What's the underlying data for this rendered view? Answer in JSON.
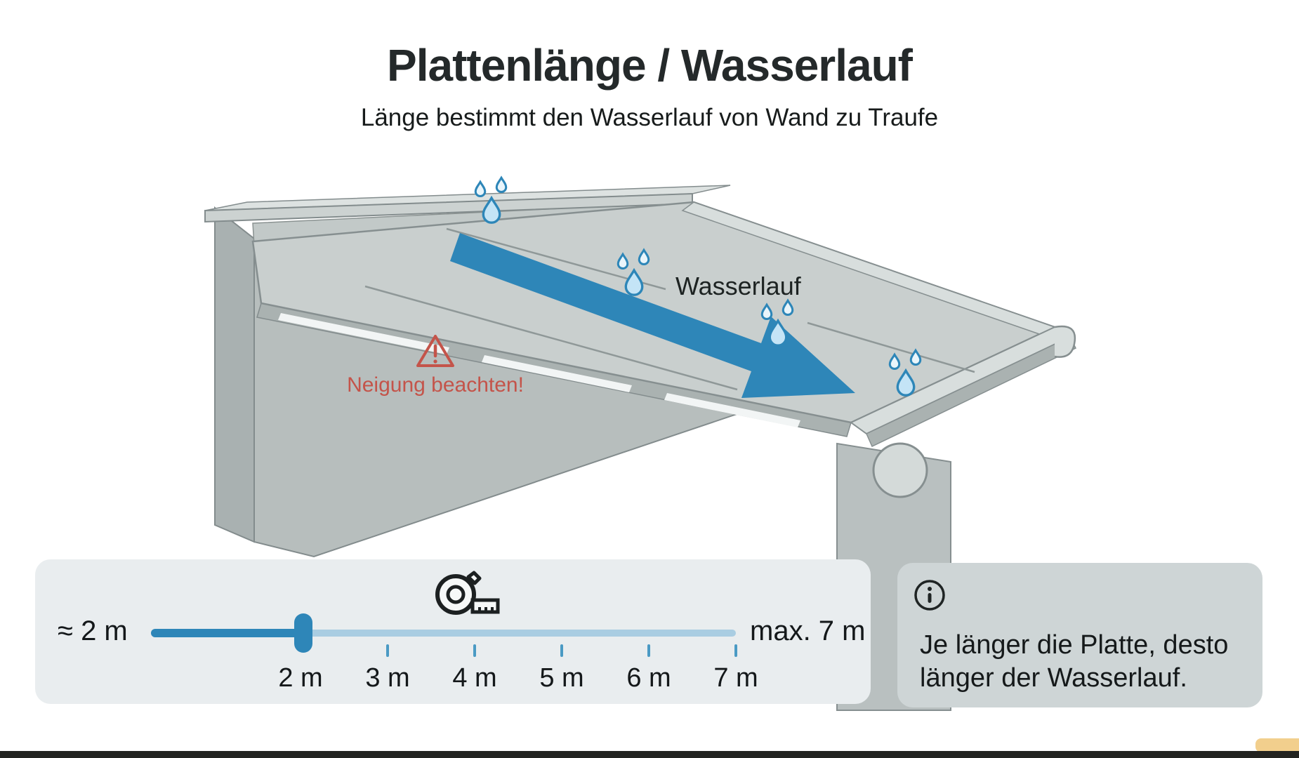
{
  "title": "Plattenlänge / Wasserlauf",
  "subtitle": "Länge bestimmt den Wasserlauf von Wand zu Traufe",
  "diagram": {
    "flow_label": "Wasserlauf",
    "warning_label": "Neigung beachten!",
    "icons": [
      "water-drop-icon",
      "warning-triangle-icon",
      "flow-arrow-icon"
    ]
  },
  "slider": {
    "approx_label": "≈ 2 m",
    "max_label": "max. 7 m",
    "current_value": "2 m",
    "tick_labels": [
      "2 m",
      "3 m",
      "4 m",
      "5 m",
      "6 m",
      "7 m"
    ],
    "icon": "tape-measure-icon"
  },
  "info_box": {
    "icon": "info-icon",
    "text": "Je länger die Platte, desto länger der Wasserlauf."
  },
  "colors": {
    "accent_blue": "#2e86b8",
    "track_light_blue": "#a9cde2",
    "tick_blue": "#4a9ac4",
    "warning_red": "#c4544a",
    "panel_gray": "#c9cfce",
    "wall_gray": "#b7bebd",
    "slider_panel_bg": "#e9edef",
    "info_box_bg": "#ced5d6",
    "droplet_fill": "#c4e4f6"
  }
}
